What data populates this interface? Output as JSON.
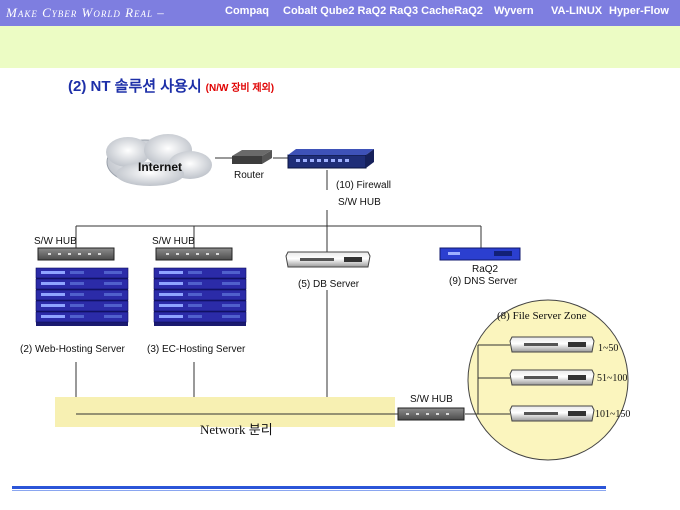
{
  "header": {
    "brand": "Make Cyber World Real –",
    "links": [
      "Compaq",
      "Cobalt Qube2 RaQ2 RaQ3 CacheRaQ2",
      "Wyvern",
      "VA-LINUX",
      "Hyper-Flow"
    ]
  },
  "title": {
    "main": "(2)  NT 솔루션 사용시",
    "sub": "(N/W 장비 제외)"
  },
  "diagram": {
    "internet": "Internet",
    "router": "Router",
    "firewall": "(10) Firewall",
    "hub_top": "S/W HUB",
    "hub_left": "S/W HUB",
    "hub_mid": "S/W HUB",
    "hub_bottom": "S/W HUB",
    "db_server": "(5) DB Server",
    "raq2": "RaQ2",
    "dns_server": "(9) DNS Server",
    "web_hosting": "(2) Web-Hosting Server",
    "ec_hosting": "(3) EC-Hosting Server",
    "file_zone": "(8) File Server Zone",
    "range1": "1~50",
    "range2": "51~100",
    "range3": "101~150",
    "network": "Network 분리"
  },
  "colors": {
    "topbar": "#7e7ee0",
    "band": "#ecfcc4",
    "title": "#1d2fa8",
    "title_sub": "#e00000",
    "server": "#2b2ba8",
    "zone": "#fbf5be",
    "footer_line": "#2b55d8"
  }
}
